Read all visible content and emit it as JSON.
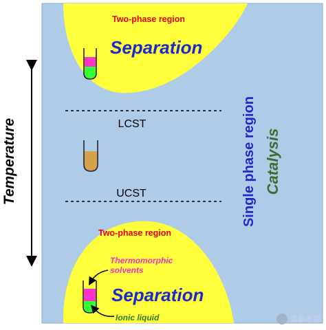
{
  "diagram": {
    "axis_label": "Temperature",
    "top_region_title": "Two-phase region",
    "top_region_action": "Separation",
    "lcst_label": "LCST",
    "ucst_label": "UCST",
    "bottom_region_title": "Two-phase region",
    "bottom_region_action": "Separation",
    "single_phase_label": "Single phase region",
    "catalysis_label": "Catalysis",
    "thermomorphic_label_line1": "Thermomorphic",
    "thermomorphic_label_line2": "solvents",
    "ionic_label": "Ionic liquid"
  },
  "colors": {
    "background": "#aecbe8",
    "two_phase_fill": "#ffff3c",
    "title_red": "#e60000",
    "action_blue": "#1c2bc8",
    "catalysis_green": "#3a6e2e",
    "phase_magenta": "#ff33cc",
    "phase_green": "#33ff33",
    "single_phase_tan": "#d4a24a"
  },
  "watermark": {
    "text": "清新电源"
  }
}
